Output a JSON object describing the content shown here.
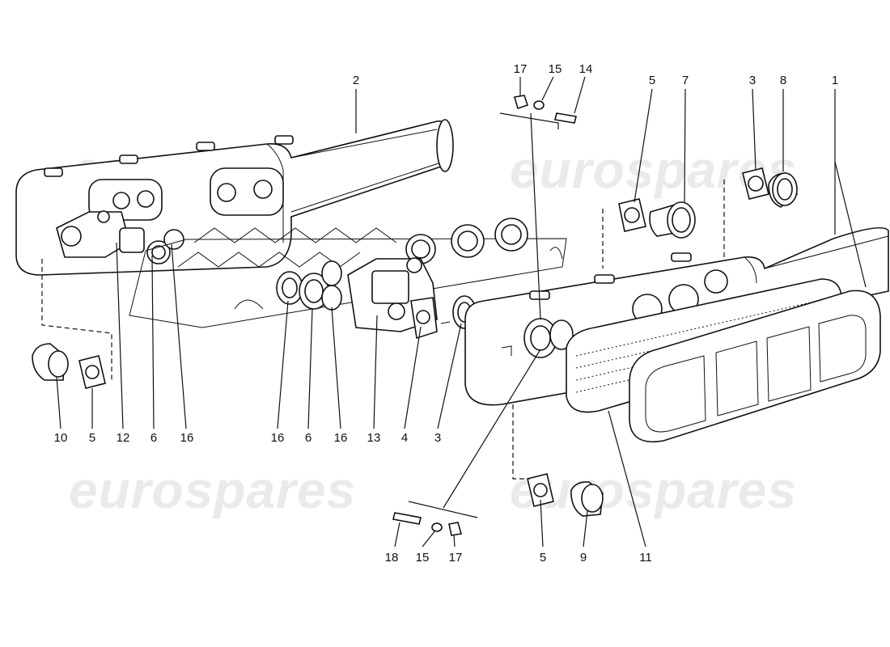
{
  "watermark": "eurospares",
  "callouts": [
    {
      "id": "c2",
      "text": "2"
    },
    {
      "id": "c17a",
      "text": "17"
    },
    {
      "id": "c15a",
      "text": "15"
    },
    {
      "id": "c14",
      "text": "14"
    },
    {
      "id": "c5a",
      "text": "5"
    },
    {
      "id": "c7",
      "text": "7"
    },
    {
      "id": "c3a",
      "text": "3"
    },
    {
      "id": "c8",
      "text": "8"
    },
    {
      "id": "c1",
      "text": "1"
    },
    {
      "id": "c10",
      "text": "10"
    },
    {
      "id": "c5b",
      "text": "5"
    },
    {
      "id": "c12",
      "text": "12"
    },
    {
      "id": "c6a",
      "text": "6"
    },
    {
      "id": "c16a",
      "text": "16"
    },
    {
      "id": "c16b",
      "text": "16"
    },
    {
      "id": "c6b",
      "text": "6"
    },
    {
      "id": "c16c",
      "text": "16"
    },
    {
      "id": "c13",
      "text": "13"
    },
    {
      "id": "c4",
      "text": "4"
    },
    {
      "id": "c3b",
      "text": "3"
    },
    {
      "id": "c18",
      "text": "18"
    },
    {
      "id": "c15b",
      "text": "15"
    },
    {
      "id": "c17b",
      "text": "17"
    },
    {
      "id": "c5c",
      "text": "5"
    },
    {
      "id": "c9",
      "text": "9"
    },
    {
      "id": "c11",
      "text": "11"
    }
  ]
}
